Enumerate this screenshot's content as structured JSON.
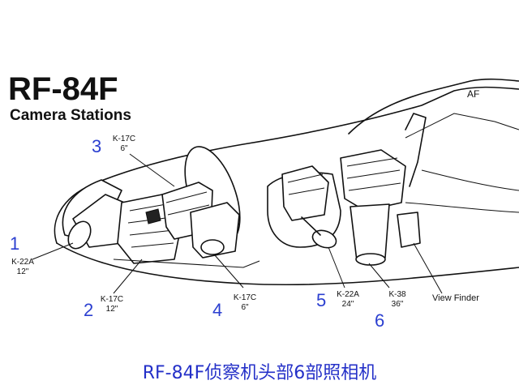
{
  "title": "RF-84F",
  "subtitle": "Camera Stations",
  "caption": "RF-84F侦察机头部6部照相机",
  "partial_label": "AF",
  "colors": {
    "number": "#2b3fd0",
    "caption": "#2430c8",
    "ink": "#111111"
  },
  "stations": [
    {
      "number": "1",
      "model": "K-22A",
      "focal": "12\""
    },
    {
      "number": "2",
      "model": "K-17C",
      "focal": "12\""
    },
    {
      "number": "3",
      "model": "K-17C",
      "focal": "6\""
    },
    {
      "number": "4",
      "model": "K-17C",
      "focal": "6\""
    },
    {
      "number": "5",
      "model": "K-22A",
      "focal": "24\""
    },
    {
      "number": "6",
      "model": "K-38",
      "focal": "36\""
    }
  ],
  "view_finder": "View Finder"
}
